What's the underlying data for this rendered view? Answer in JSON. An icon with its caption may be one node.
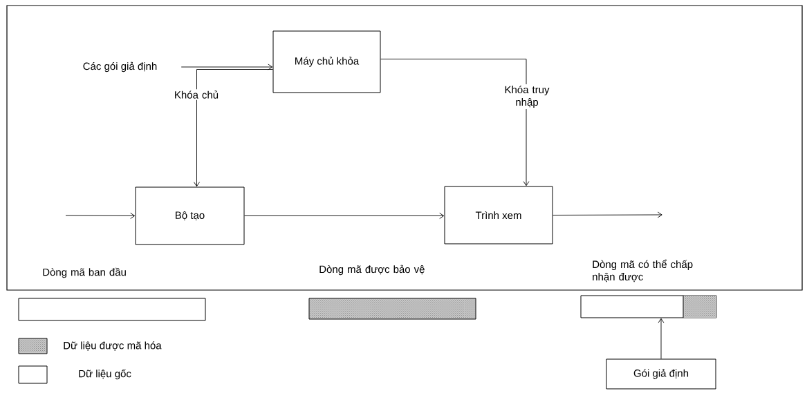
{
  "diagram": {
    "nodes": [
      {
        "text": [
          "Các gói giả định"
        ]
      },
      {
        "text": [
          "Máy chủ khỏa"
        ]
      },
      {
        "text": [
          "Bộ tạo"
        ]
      },
      {
        "text": [
          "Trình xem"
        ]
      },
      {
        "text": [
          "Gói giả định"
        ]
      },
      {
        "text": [],
        "shape": "bar"
      },
      {
        "text": [],
        "shape": "bar"
      },
      {
        "text": [],
        "shape": "bar"
      }
    ],
    "edges": [
      {
        "from": 0,
        "to": 1,
        "arrow": "to"
      },
      {
        "from": 1,
        "to": 2,
        "arrow": "to",
        "label": "Khóa chủ"
      },
      {
        "from": 1,
        "to": 3,
        "arrow": "to",
        "label": "Khóa truy nhập"
      },
      {
        "from": null,
        "to": 2,
        "arrow": "to"
      },
      {
        "from": 2,
        "to": 3,
        "arrow": "to"
      },
      {
        "from": 3,
        "to": null,
        "arrow": "to"
      },
      {
        "from": 4,
        "to": 7,
        "arrow": "to"
      }
    ],
    "labels": [
      "Dòng mã ban đầu",
      "Dòng mã được bảo vệ",
      "Dòng mã có thể chấp nhận được"
    ],
    "legend": [
      {
        "text": "Dữ liệu được mã hóa",
        "color": "#c8c8c8"
      },
      {
        "text": "Dữ liệu gốc"
      }
    ]
  }
}
